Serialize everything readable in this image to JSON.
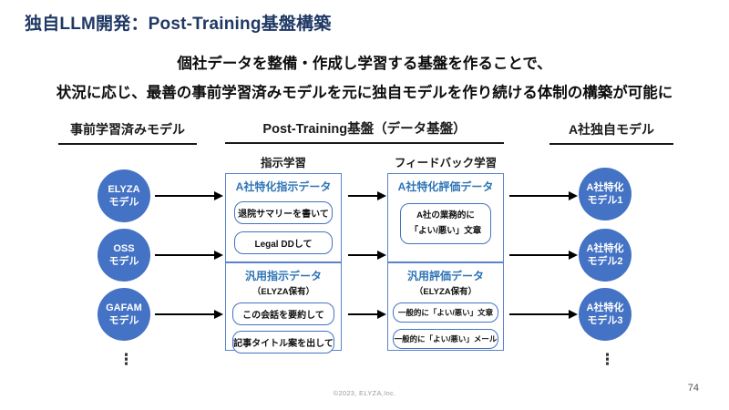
{
  "slide": {
    "title": "独自LLM開発：Post-Training基盤構築",
    "subtitle_line1": "個社データを整備・作成し学習する基盤を作ることで、",
    "subtitle_line2": "状況に応じ、最善の事前学習済みモデルを元に独自モデルを作り続ける体制の構築が可能に",
    "footer": "©2023, ELYZA,Inc.",
    "page_number": "74"
  },
  "colors": {
    "title_navy": "#1f3864",
    "circle_blue": "#4472c4",
    "box_border_blue": "#5b83c8",
    "box_title_blue": "#2e74b5",
    "pill_border_blue": "#4472c4"
  },
  "columns": {
    "pretrained_header": "事前学習済みモデル",
    "post_training_header": "Post-Training基盤（データ基盤）",
    "instruction_subheader": "指示学習",
    "feedback_subheader": "フィードバック学習",
    "custom_header": "A社独自モデル"
  },
  "left_models": [
    {
      "line1": "ELYZA",
      "line2": "モデル"
    },
    {
      "line1": "OSS",
      "line2": "モデル"
    },
    {
      "line1": "GAFAM",
      "line2": "モデル"
    }
  ],
  "right_models": [
    {
      "line1": "A社特化",
      "line2": "モデル1"
    },
    {
      "line1": "A社特化",
      "line2": "モデル2"
    },
    {
      "line1": "A社特化",
      "line2": "モデル3"
    }
  ],
  "ellipsis": "⋮",
  "boxes": {
    "specific_instruction": {
      "title": "A社特化指示データ",
      "items": [
        "退院サマリーを書いて",
        "Legal DDして"
      ]
    },
    "generic_instruction": {
      "title": "汎用指示データ",
      "note": "（ELYZA保有）",
      "items": [
        "この会話を要約して",
        "記事タイトル案を出して"
      ]
    },
    "specific_eval": {
      "title": "A社特化評価データ",
      "item_line1": "A社の業務的に",
      "item_line2": "「よい/悪い」文章"
    },
    "generic_eval": {
      "title": "汎用評価データ",
      "note": "（ELYZA保有）",
      "items": [
        "一般的に「よい/悪い」文章",
        "一般的に「よい/悪い」メール"
      ]
    }
  }
}
